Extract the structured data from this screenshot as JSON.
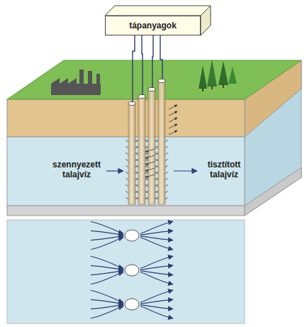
{
  "diagram": {
    "nodes": [
      {
        "text": [
          "tápanyagok"
        ]
      }
    ],
    "labels": [
      "szennyezett talajvíz",
      "tisztított talajvíz"
    ]
  }
}
